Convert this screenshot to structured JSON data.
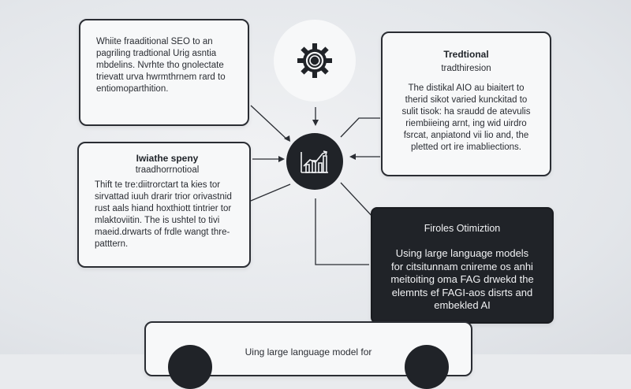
{
  "card_top_left": {
    "lines": [
      "Whiite fraaditional SEO to an",
      "pagriling tradtional Urig asntia",
      "mbdelins. Nvrhte tho gnolectate",
      "trievatt urva hwrmthrnem rard to",
      "entiomoparthition."
    ]
  },
  "card_top_right": {
    "title": "Tredtional",
    "subtitle": "tradthiresion",
    "lines": [
      "The distikal AIO au biaitert to",
      "therid sikot varied kunckitad to",
      "sulit tisok: ha sraudd de atevulis",
      "riembiieing arnt, ing wid uirdro",
      "fsrcat, anpiatond vii lio and, the",
      "pletted ort ire imabliections."
    ]
  },
  "card_mid_left": {
    "title": "Iwiathe speny",
    "subtitle": "traadhorrnotioal",
    "lines": [
      "Thift te tre:diitrorctart ta kies tor",
      "sirvattad iuuh drarir trior orivastnid",
      "rust aals hiand hoxthiott tintrier tor",
      "mlaktoviitin. The is ushtel to tivi",
      "maeid.drwarts of frdle wangt thre-",
      "patttern."
    ]
  },
  "card_dark": {
    "title": "Firoles Otimiztion",
    "lines": [
      "Using large language models",
      "for citsitunnam cnireme os anhi",
      "meitoiting oma FAG drwekd the",
      "elemnts ef FAGI-aos disrts and",
      "embekled AI"
    ]
  },
  "card_bottom": {
    "text": "Uing large language model for"
  },
  "icons": {
    "gear": "gear-icon",
    "chart": "chart-icon"
  },
  "colors": {
    "background": "#e9ebee",
    "card": "#f7f8f9",
    "dark": "#202328",
    "line": "#2a2d33"
  }
}
